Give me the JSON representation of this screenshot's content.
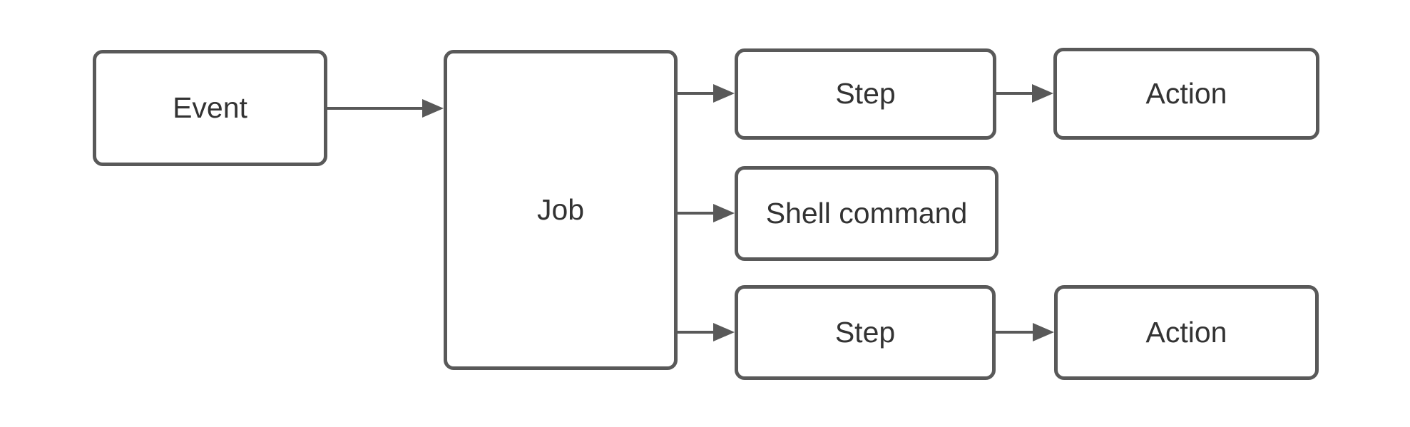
{
  "diagram": {
    "type": "flowchart",
    "nodes": {
      "event": {
        "label": "Event"
      },
      "job": {
        "label": "Job"
      },
      "step_top": {
        "label": "Step"
      },
      "action_top": {
        "label": "Action"
      },
      "shell_command": {
        "label": "Shell command"
      },
      "step_bottom": {
        "label": "Step"
      },
      "action_bottom": {
        "label": "Action"
      }
    },
    "edges": [
      {
        "from": "event",
        "to": "job"
      },
      {
        "from": "job",
        "to": "step_top"
      },
      {
        "from": "job",
        "to": "shell_command"
      },
      {
        "from": "job",
        "to": "step_bottom"
      },
      {
        "from": "step_top",
        "to": "action_top"
      },
      {
        "from": "step_bottom",
        "to": "action_bottom"
      }
    ],
    "colors": {
      "stroke": "#595959",
      "text": "#333333",
      "node_fill": "#ffffff",
      "background": "#ffffff"
    }
  }
}
